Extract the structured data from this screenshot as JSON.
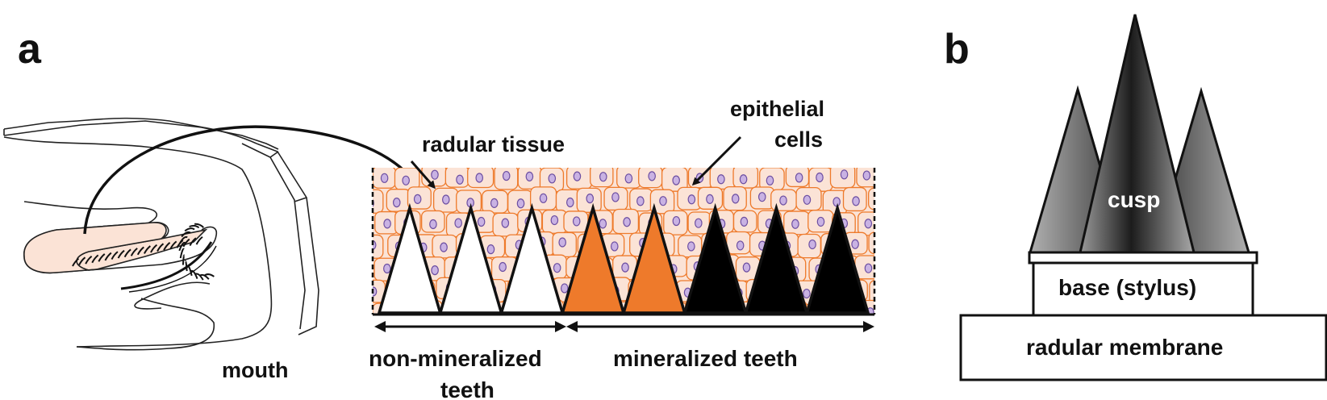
{
  "panels": {
    "a": "a",
    "b": "b"
  },
  "panel_a": {
    "mouth_label": "mouth",
    "radular_tissue_label": "radular tissue",
    "epithelial_label_line1": "epithelial",
    "epithelial_label_line2": "cells",
    "non_mineralized_line1": "non-mineralized",
    "non_mineralized_line2": "teeth",
    "mineralized_label": "mineralized teeth",
    "tooth_sequence": [
      "white",
      "white",
      "white",
      "orange",
      "orange",
      "black",
      "black",
      "black"
    ],
    "colors": {
      "tissue_fill": "#fbe3d6",
      "cell_outline": "#ee7a2b",
      "nucleus_fill": "#c9b2e3",
      "nucleus_outline": "#6c4ea1",
      "orange_tooth": "#ee7a2b",
      "black_tooth": "#000000",
      "white_tooth": "#ffffff",
      "mouth_radula_fill": "#fbe3d6"
    }
  },
  "panel_b": {
    "cusp_label": "cusp",
    "base_label": "base (stylus)",
    "membrane_label": "radular membrane",
    "colors": {
      "cusp_dark": "#1a1a1a",
      "cusp_light": "#9a9a9a",
      "cusp_label": "#ffffff"
    }
  }
}
